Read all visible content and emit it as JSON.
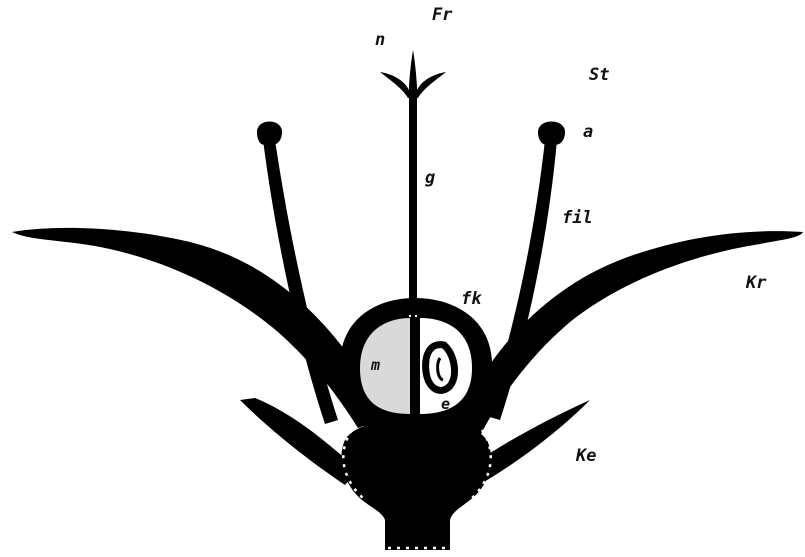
{
  "diagram": {
    "labels": {
      "fr": "Fr",
      "n": "n",
      "st": "St",
      "a": "a",
      "g": "g",
      "fil": "fil",
      "kr": "Kr",
      "fk": "fk",
      "m": "m",
      "e": "e",
      "ke": "Ke"
    },
    "colors": {
      "ink": "#000000",
      "locule": "#d9d9d9",
      "background": "#ffffff"
    }
  }
}
